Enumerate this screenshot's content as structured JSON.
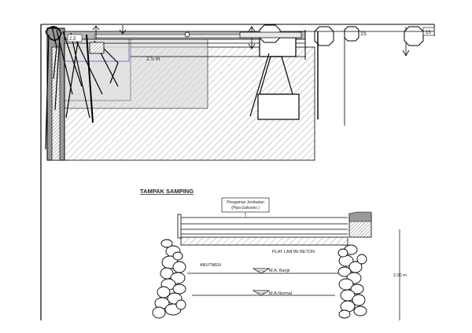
{
  "top_view": {
    "dim_left": "2.3",
    "dim_mid": "2.5 m",
    "callout_15": "15",
    "callout_right": "15"
  },
  "side_view": {
    "title": "TAMPAK SAMPING",
    "rail_note_line1": "Pengaman Jembatan",
    "rail_note_line2": "(Pipa Galvanis )",
    "deck_label": "PLAT LANTAI BETON",
    "abutment_label": "ABUTMEN",
    "flood_level_label": "M.A. Banjir",
    "normal_level_label": "M.A.Normal",
    "height_dim": "2,00 m"
  }
}
